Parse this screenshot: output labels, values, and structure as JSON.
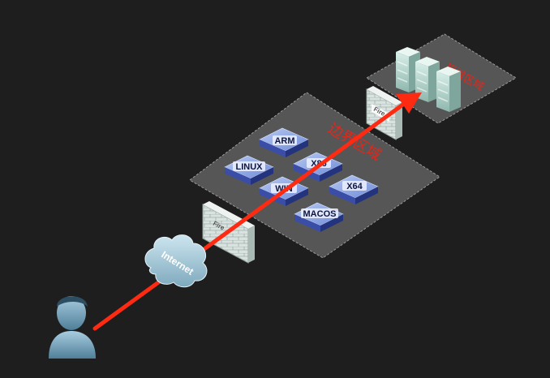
{
  "zones": {
    "trusted": {
      "label": "受限区域"
    },
    "border": {
      "label": "边界区域"
    }
  },
  "cloud": {
    "label": "Internet"
  },
  "devices": [
    {
      "name": "arm",
      "label": "ARM"
    },
    {
      "name": "linux",
      "label": "LINUX"
    },
    {
      "name": "x86",
      "label": "X86"
    },
    {
      "name": "win",
      "label": "WIN"
    },
    {
      "name": "x64",
      "label": "X64"
    },
    {
      "name": "macos",
      "label": "MACOS"
    }
  ],
  "firewalls": [
    {
      "name": "outer-firewall",
      "label": "Fire"
    },
    {
      "name": "inner-firewall",
      "label": "Fire"
    }
  ],
  "icons": {
    "user": "user-icon",
    "cloud": "internet-cloud-icon",
    "firewall": "firewall-icon",
    "server": "server-stack-icon",
    "switch": "network-device-icon"
  },
  "colors": {
    "background": "#1e1e1e",
    "zone_fill": "#666666",
    "arrow": "#ff2a12",
    "zone_label": "#e0281c",
    "device_top": "#8fa8e6",
    "device_side": "#2c3d8f"
  }
}
